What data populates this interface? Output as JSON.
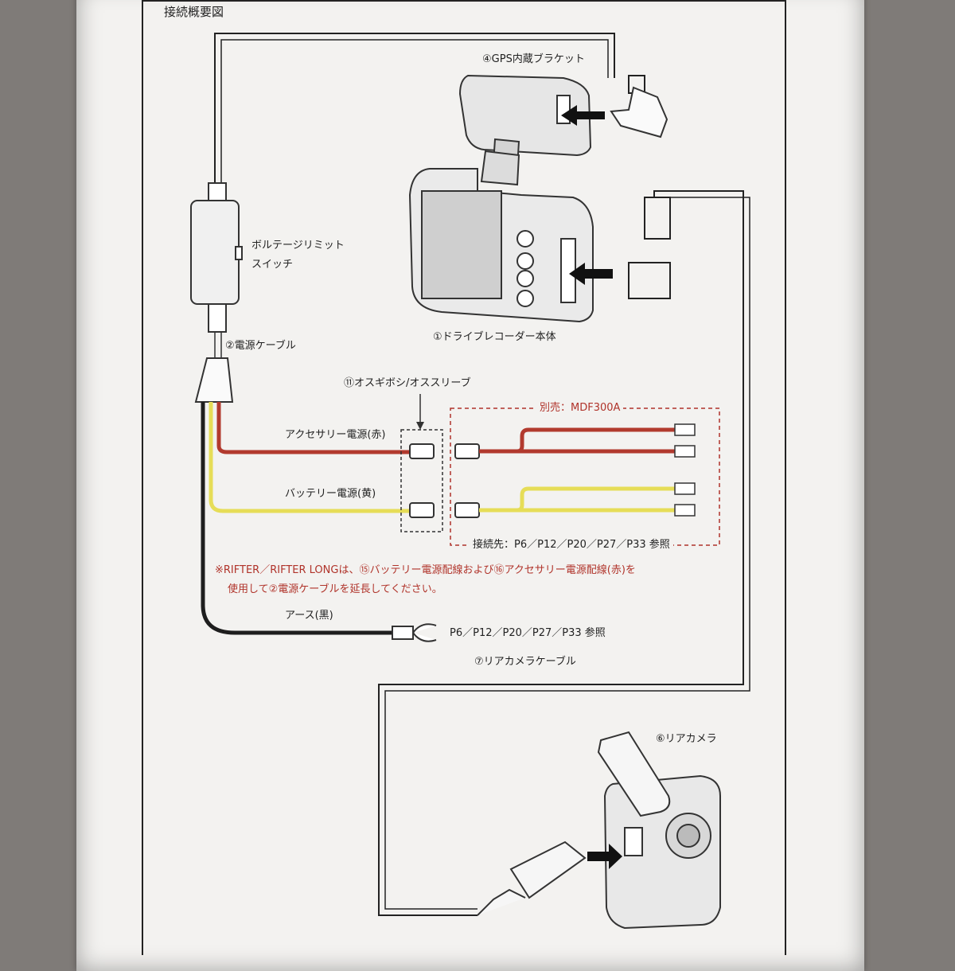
{
  "title": "接続概要図",
  "labels": {
    "gps_bracket": "④GPS内蔵ブラケット",
    "voltage_switch_line1": "ボルテージリミット",
    "voltage_switch_line2": "スイッチ",
    "recorder_body": "①ドライブレコーダー本体",
    "power_cable": "②電源ケーブル",
    "sleeve": "⑪オスギボシ/オススリーブ",
    "sold_separately": "別売：MDF300A",
    "accessory_power": "アクセサリー電源(赤)",
    "battery_power": "バッテリー電源(黄)",
    "connect_to": "接続先：P6／P12／P20／P27／P33 参照",
    "note_line1": "※RIFTER／RIFTER LONGは、⑮バッテリー電源配線および⑯アクセサリー電源配線(赤)を",
    "note_line2": "使用して②電源ケーブルを延長してください。",
    "ground": "アース(黒)",
    "ground_ref": "P6／P12／P20／P27／P33 参照",
    "rear_cable": "⑦リアカメラケーブル",
    "rear_camera": "⑥リアカメラ"
  },
  "colors": {
    "accessory_wire": "#b23a2e",
    "battery_wire": "#e6dd57",
    "ground_wire": "#1e1e1e",
    "note_text": "#b0332a"
  }
}
